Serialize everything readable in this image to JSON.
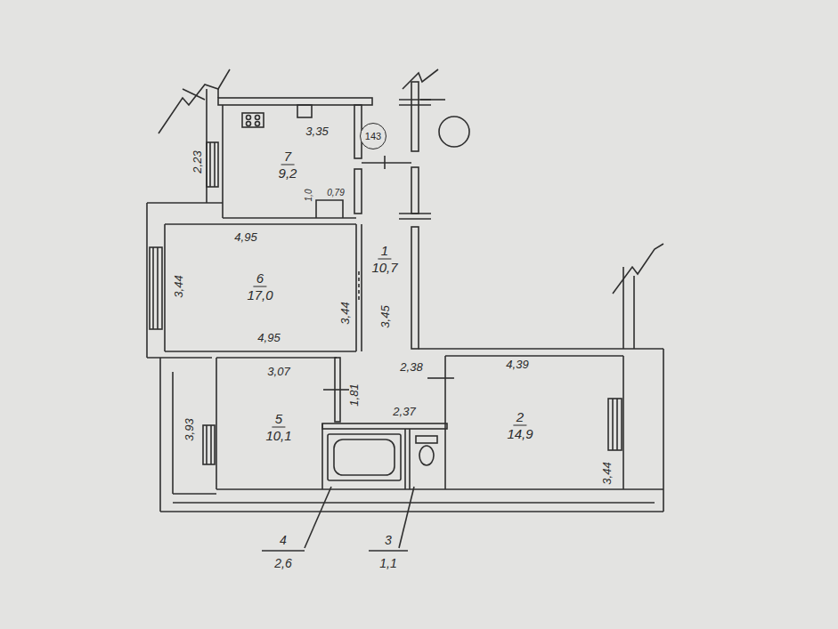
{
  "diagram": {
    "nodes": [
      {
        "text": [
          "7",
          "9,2"
        ]
      },
      {
        "text": [
          "143"
        ]
      },
      {
        "text": [
          "6",
          "17,0"
        ]
      },
      {
        "text": [
          "1",
          "10,7"
        ]
      },
      {
        "text": [
          "5",
          "10,1"
        ]
      },
      {
        "text": [
          "2",
          "14,9"
        ]
      }
    ],
    "labels": [
      "3,35",
      "2,23",
      "1,0",
      "0,79",
      "4,95",
      "3,44",
      "3,44",
      "3,45",
      "4,95",
      "3,07",
      "2,38",
      "4,39",
      "1,81",
      "2,37",
      "3,93",
      "3,44",
      "4",
      "2,6",
      "3",
      "1,1"
    ]
  }
}
